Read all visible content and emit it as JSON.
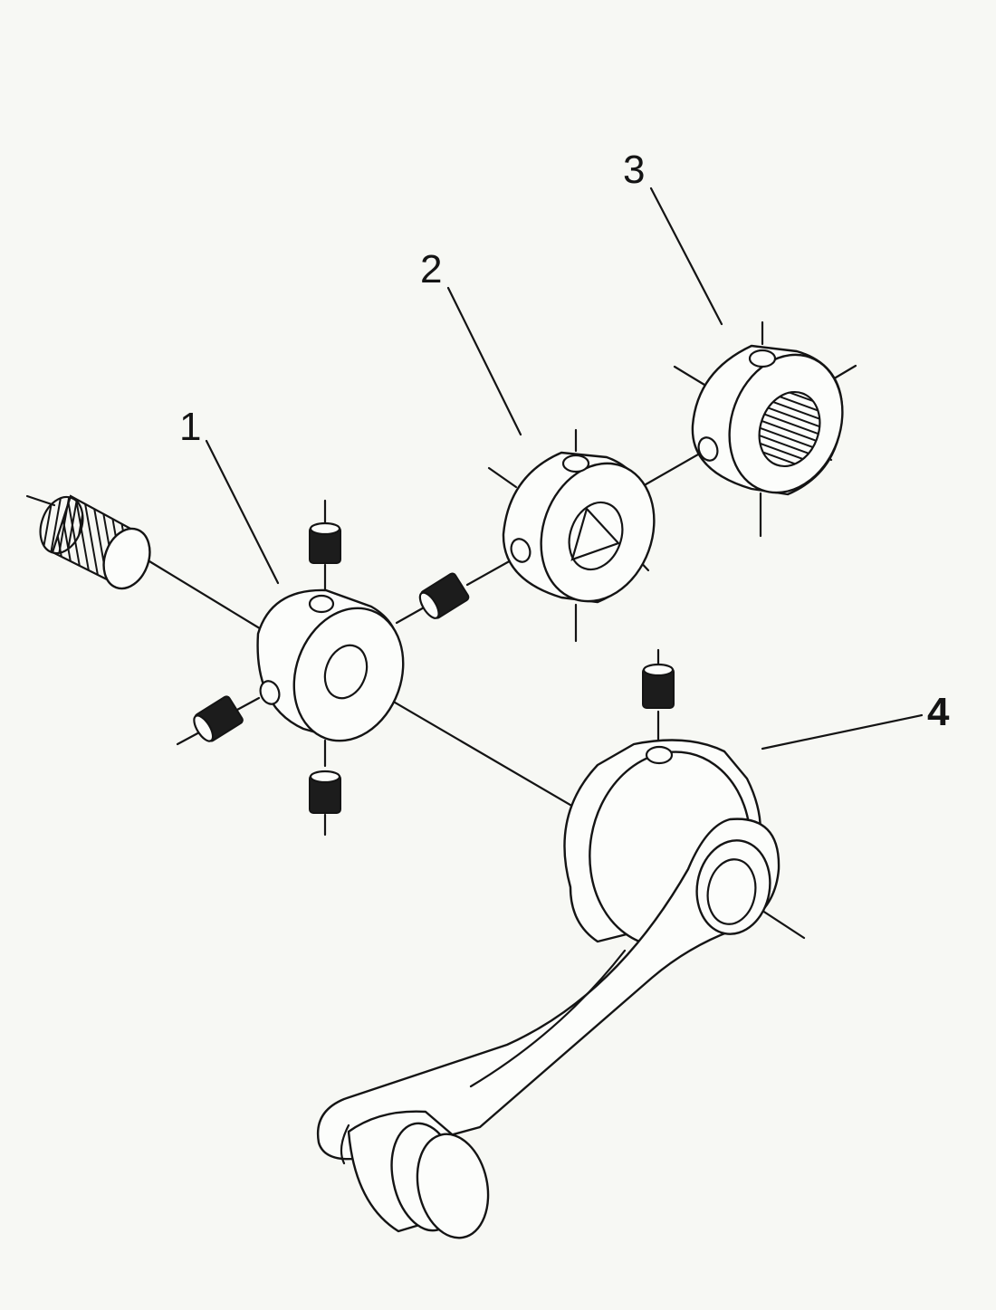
{
  "labels": {
    "part1": "1",
    "part2": "2",
    "part3": "3",
    "part4": "4"
  }
}
